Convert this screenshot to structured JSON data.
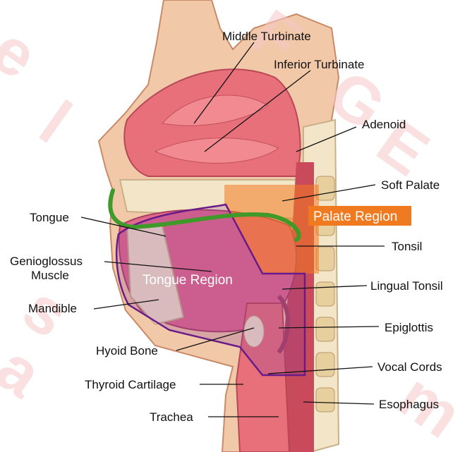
{
  "labels": {
    "middle_turbinate": "Middle Turbinate",
    "inferior_turbinate": "Inferior Turbinate",
    "adenoid": "Adenoid",
    "soft_palate": "Soft Palate",
    "palate_region": "Palate Region",
    "tongue": "Tongue",
    "tonsil": "Tonsil",
    "genioglossus_line1": "Genioglossus",
    "genioglossus_line2": "Muscle",
    "tongue_region": "Tongue Region",
    "lingual_tonsil": "Lingual Tonsil",
    "mandible": "Mandible",
    "epiglottis": "Epiglottis",
    "hyoid_bone": "Hyoid Bone",
    "vocal_cords": "Vocal Cords",
    "thyroid_cartilage": "Thyroid Cartilage",
    "esophagus": "Esophagus",
    "trachea": "Trachea"
  },
  "colors": {
    "palate_region_fill": "#f07a20",
    "tongue_region_outline": "#6a1b8a",
    "tongue_highlight_line": "#3f9a2a",
    "soft_tissue": "#e8707a",
    "skin": "#f2c9a8",
    "bone": "#f3e6c8"
  }
}
